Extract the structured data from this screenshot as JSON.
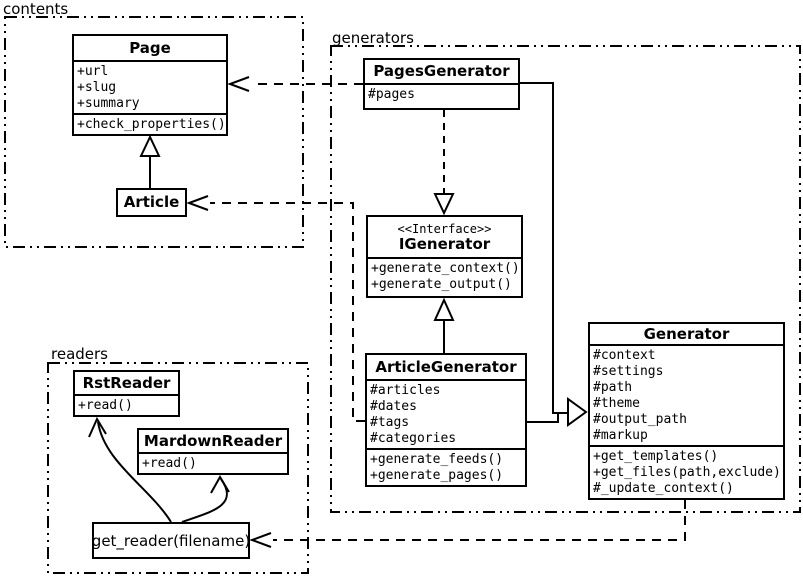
{
  "packages": {
    "contents": {
      "label": "contents"
    },
    "generators": {
      "label": "generators"
    },
    "readers": {
      "label": "readers"
    }
  },
  "classes": {
    "page": {
      "name": "Page",
      "attributes": [
        "+url",
        "+slug",
        "+summary"
      ],
      "methods": [
        "+check_properties()"
      ]
    },
    "article": {
      "name": "Article"
    },
    "pages_generator": {
      "name": "PagesGenerator",
      "attributes": [
        "#pages"
      ]
    },
    "igenerator": {
      "stereotype": "<<Interface>>",
      "name": "IGenerator",
      "methods": [
        "+generate_context()",
        "+generate_output()"
      ]
    },
    "article_generator": {
      "name": "ArticleGenerator",
      "attributes": [
        "#articles",
        "#dates",
        "#tags",
        "#categories"
      ],
      "methods": [
        "+generate_feeds()",
        "+generate_pages()"
      ]
    },
    "generator": {
      "name": "Generator",
      "attributes": [
        "#context",
        "#settings",
        "#path",
        "#theme",
        "#output_path",
        "#markup"
      ],
      "methods": [
        "+get_templates()",
        "+get_files(path,exclude)",
        "#_update_context()"
      ]
    },
    "rst_reader": {
      "name": "RstReader",
      "methods": [
        "+read()"
      ]
    },
    "markdown_reader": {
      "name": "MardownReader",
      "methods": [
        "+read()"
      ]
    },
    "get_reader": {
      "label": "get_reader(filename)"
    }
  },
  "colors": {
    "line": "#000000",
    "background": "#ffffff"
  }
}
